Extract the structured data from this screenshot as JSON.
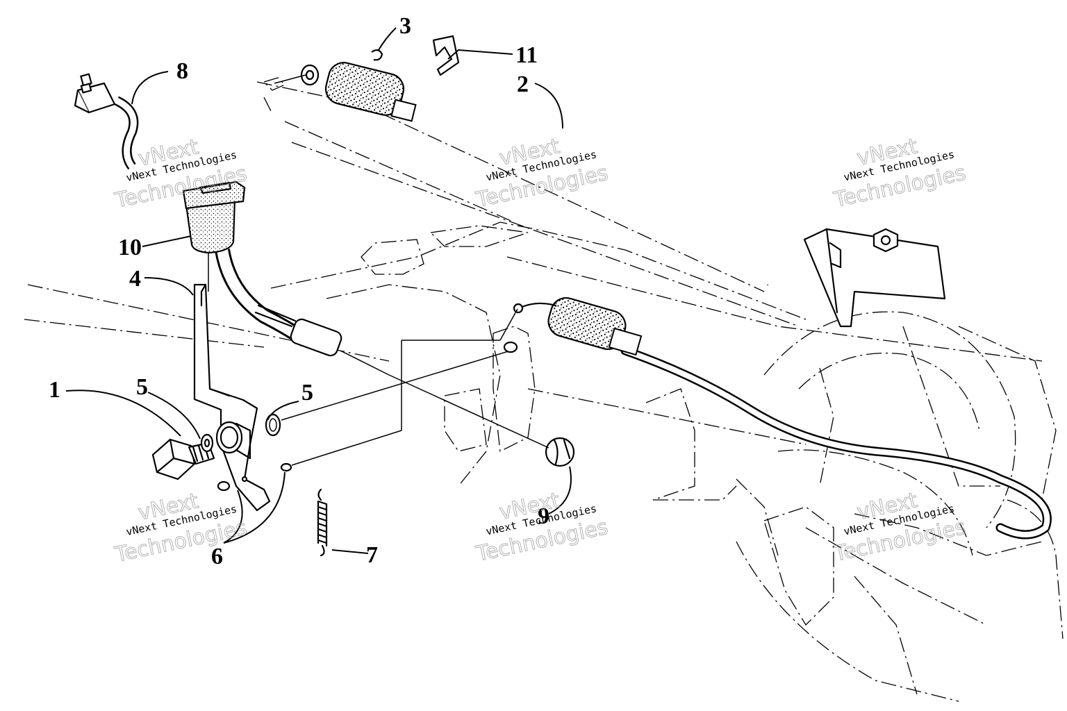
{
  "callouts": [
    {
      "id": "1",
      "label": "1"
    },
    {
      "id": "2",
      "label": "2"
    },
    {
      "id": "3",
      "label": "3"
    },
    {
      "id": "4",
      "label": "4"
    },
    {
      "id": "5a",
      "label": "5"
    },
    {
      "id": "5b",
      "label": "5"
    },
    {
      "id": "6",
      "label": "6"
    },
    {
      "id": "7",
      "label": "7"
    },
    {
      "id": "8",
      "label": "8"
    },
    {
      "id": "9",
      "label": "9"
    },
    {
      "id": "10",
      "label": "10"
    },
    {
      "id": "11",
      "label": "11"
    }
  ],
  "watermark": {
    "small": "vNext Technologies",
    "big": "Technologies",
    "tag": "vNext"
  }
}
